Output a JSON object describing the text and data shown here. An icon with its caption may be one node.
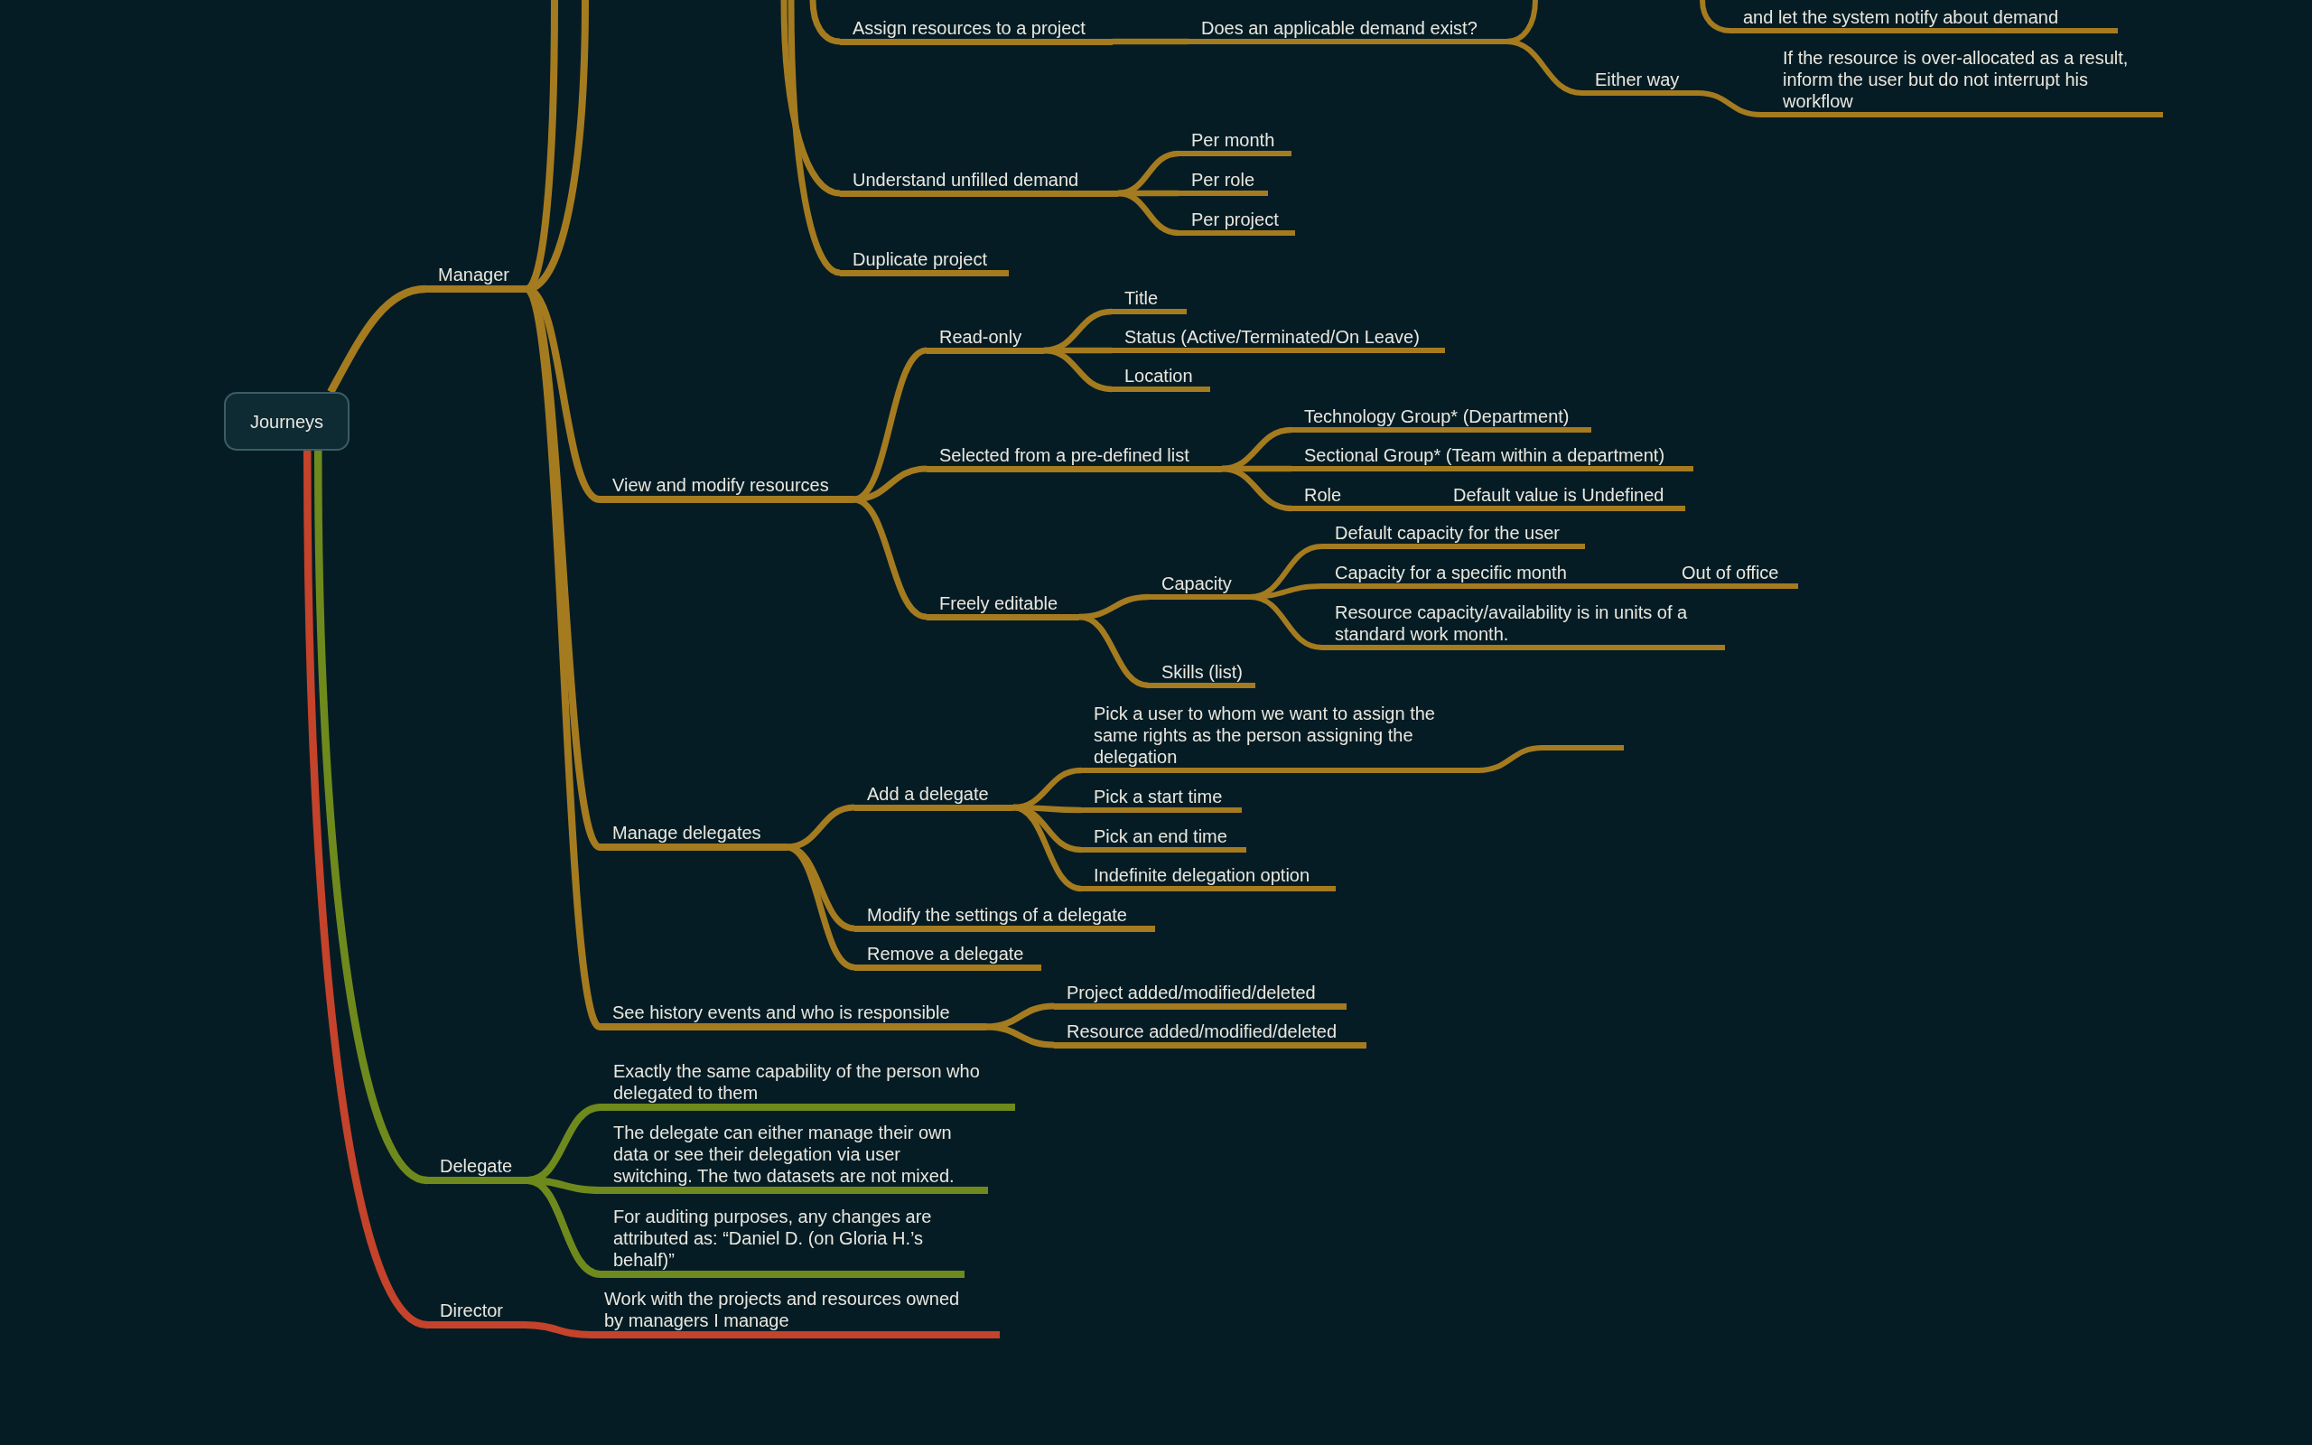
{
  "diagram": {
    "nodes": [
      {
        "text": [
          "Journeys"
        ]
      },
      {
        "text": [
          "Manager"
        ]
      },
      {
        "text": [
          "Assign resources to a project"
        ]
      },
      {
        "text": [
          "Does an applicable demand exist?"
        ]
      },
      {
        "text": [
          "and let the system notify about demand"
        ]
      },
      {
        "text": [
          "Either way"
        ]
      },
      {
        "text": [
          "If the resource is over-allocated as a result, inform the user but do not interrupt his workflow"
        ]
      },
      {
        "text": [
          "Understand unfilled demand"
        ]
      },
      {
        "text": [
          "Per month"
        ]
      },
      {
        "text": [
          "Per role"
        ]
      },
      {
        "text": [
          "Per project"
        ]
      },
      {
        "text": [
          "Duplicate project"
        ]
      },
      {
        "text": [
          "View and modify resources"
        ]
      },
      {
        "text": [
          "Read-only"
        ]
      },
      {
        "text": [
          "Title"
        ]
      },
      {
        "text": [
          "Status (Active/Terminated/On Leave)"
        ]
      },
      {
        "text": [
          "Location"
        ]
      },
      {
        "text": [
          "Selected from a pre-defined list"
        ]
      },
      {
        "text": [
          "Technology Group* (Department)"
        ]
      },
      {
        "text": [
          "Sectional Group* (Team within a department)"
        ]
      },
      {
        "text": [
          "Role"
        ]
      },
      {
        "text": [
          "Default value is Undefined"
        ]
      },
      {
        "text": [
          "Freely editable"
        ]
      },
      {
        "text": [
          "Capacity"
        ]
      },
      {
        "text": [
          "Default capacity for the user"
        ]
      },
      {
        "text": [
          "Capacity for a specific month"
        ]
      },
      {
        "text": [
          "Out of office"
        ]
      },
      {
        "text": [
          "Resource capacity/availability is in units of a standard work month."
        ]
      },
      {
        "text": [
          "Skills (list)"
        ]
      },
      {
        "text": [
          "Manage delegates"
        ]
      },
      {
        "text": [
          "Add a delegate"
        ]
      },
      {
        "text": [
          "Pick a user to whom we want to assign the same rights as the person assigning the delegation"
        ]
      },
      {
        "text": [],
        "shape": "bar"
      },
      {
        "text": [
          "Pick a start time"
        ]
      },
      {
        "text": [
          "Pick an end time"
        ]
      },
      {
        "text": [
          "Indefinite delegation option"
        ]
      },
      {
        "text": [
          "Modify the settings of a delegate"
        ]
      },
      {
        "text": [
          "Remove a delegate"
        ]
      },
      {
        "text": [
          "See history events and who is responsible"
        ]
      },
      {
        "text": [
          "Project added/modified/deleted"
        ]
      },
      {
        "text": [
          "Resource added/modified/deleted"
        ]
      },
      {
        "text": [
          "Delegate"
        ]
      },
      {
        "text": [
          "Exactly the same capability of the person who delegated to them"
        ]
      },
      {
        "text": [
          "The delegate can either manage their own data or see their delegation via user switching. The two datasets are not mixed."
        ]
      },
      {
        "text": [
          "For auditing purposes, any changes are attributed as: “Daniel D. (on Gloria H.’s behalf)”"
        ]
      },
      {
        "text": [
          "Director"
        ]
      },
      {
        "text": [
          "Work with the projects and resources owned by managers I manage"
        ]
      }
    ],
    "edges": [
      {
        "from": 0,
        "to": 1,
        "arrow": "none"
      },
      {
        "from": 1,
        "to": null,
        "arrow": "none"
      },
      {
        "from": 1,
        "to": null,
        "arrow": "none"
      },
      {
        "from": null,
        "to": 2,
        "arrow": "none"
      },
      {
        "from": 2,
        "to": 3,
        "arrow": "none"
      },
      {
        "from": 3,
        "to": null,
        "arrow": "none"
      },
      {
        "from": null,
        "to": 4,
        "arrow": "none"
      },
      {
        "from": 3,
        "to": 5,
        "arrow": "none"
      },
      {
        "from": 5,
        "to": 6,
        "arrow": "none"
      },
      {
        "from": null,
        "to": 7,
        "arrow": "none"
      },
      {
        "from": 7,
        "to": 8,
        "arrow": "none"
      },
      {
        "from": 7,
        "to": 9,
        "arrow": "none"
      },
      {
        "from": 7,
        "to": 10,
        "arrow": "none"
      },
      {
        "from": null,
        "to": 11,
        "arrow": "none"
      },
      {
        "from": 1,
        "to": 12,
        "arrow": "none"
      },
      {
        "from": 12,
        "to": 13,
        "arrow": "none"
      },
      {
        "from": 13,
        "to": 14,
        "arrow": "none"
      },
      {
        "from": 13,
        "to": 15,
        "arrow": "none"
      },
      {
        "from": 13,
        "to": 16,
        "arrow": "none"
      },
      {
        "from": 12,
        "to": 17,
        "arrow": "none"
      },
      {
        "from": 17,
        "to": 18,
        "arrow": "none"
      },
      {
        "from": 17,
        "to": 19,
        "arrow": "none"
      },
      {
        "from": 17,
        "to": 20,
        "arrow": "none"
      },
      {
        "from": 20,
        "to": 21,
        "arrow": "none"
      },
      {
        "from": 12,
        "to": 22,
        "arrow": "none"
      },
      {
        "from": 22,
        "to": 23,
        "arrow": "none"
      },
      {
        "from": 23,
        "to": 24,
        "arrow": "none"
      },
      {
        "from": 23,
        "to": 25,
        "arrow": "none"
      },
      {
        "from": 25,
        "to": 26,
        "arrow": "none"
      },
      {
        "from": 23,
        "to": 27,
        "arrow": "none"
      },
      {
        "from": 22,
        "to": 28,
        "arrow": "none"
      },
      {
        "from": 1,
        "to": 29,
        "arrow": "none"
      },
      {
        "from": 29,
        "to": 30,
        "arrow": "none"
      },
      {
        "from": 30,
        "to": 31,
        "arrow": "none"
      },
      {
        "from": 31,
        "to": 32,
        "arrow": "none"
      },
      {
        "from": 30,
        "to": 33,
        "arrow": "none"
      },
      {
        "from": 30,
        "to": 34,
        "arrow": "none"
      },
      {
        "from": 30,
        "to": 35,
        "arrow": "none"
      },
      {
        "from": 29,
        "to": 36,
        "arrow": "none"
      },
      {
        "from": 29,
        "to": 37,
        "arrow": "none"
      },
      {
        "from": 1,
        "to": 38,
        "arrow": "none"
      },
      {
        "from": 38,
        "to": 39,
        "arrow": "none"
      },
      {
        "from": 38,
        "to": 40,
        "arrow": "none"
      },
      {
        "from": 0,
        "to": 41,
        "arrow": "none",
        "color": "#6f8a1c"
      },
      {
        "from": 41,
        "to": 42,
        "arrow": "none",
        "color": "#6f8a1c"
      },
      {
        "from": 41,
        "to": 43,
        "arrow": "none",
        "color": "#6f8a1c"
      },
      {
        "from": 41,
        "to": 44,
        "arrow": "none",
        "color": "#6f8a1c"
      },
      {
        "from": 0,
        "to": 45,
        "arrow": "none",
        "color": "#c4432a"
      },
      {
        "from": 45,
        "to": 46,
        "arrow": "none",
        "color": "#c4432a"
      }
    ]
  }
}
